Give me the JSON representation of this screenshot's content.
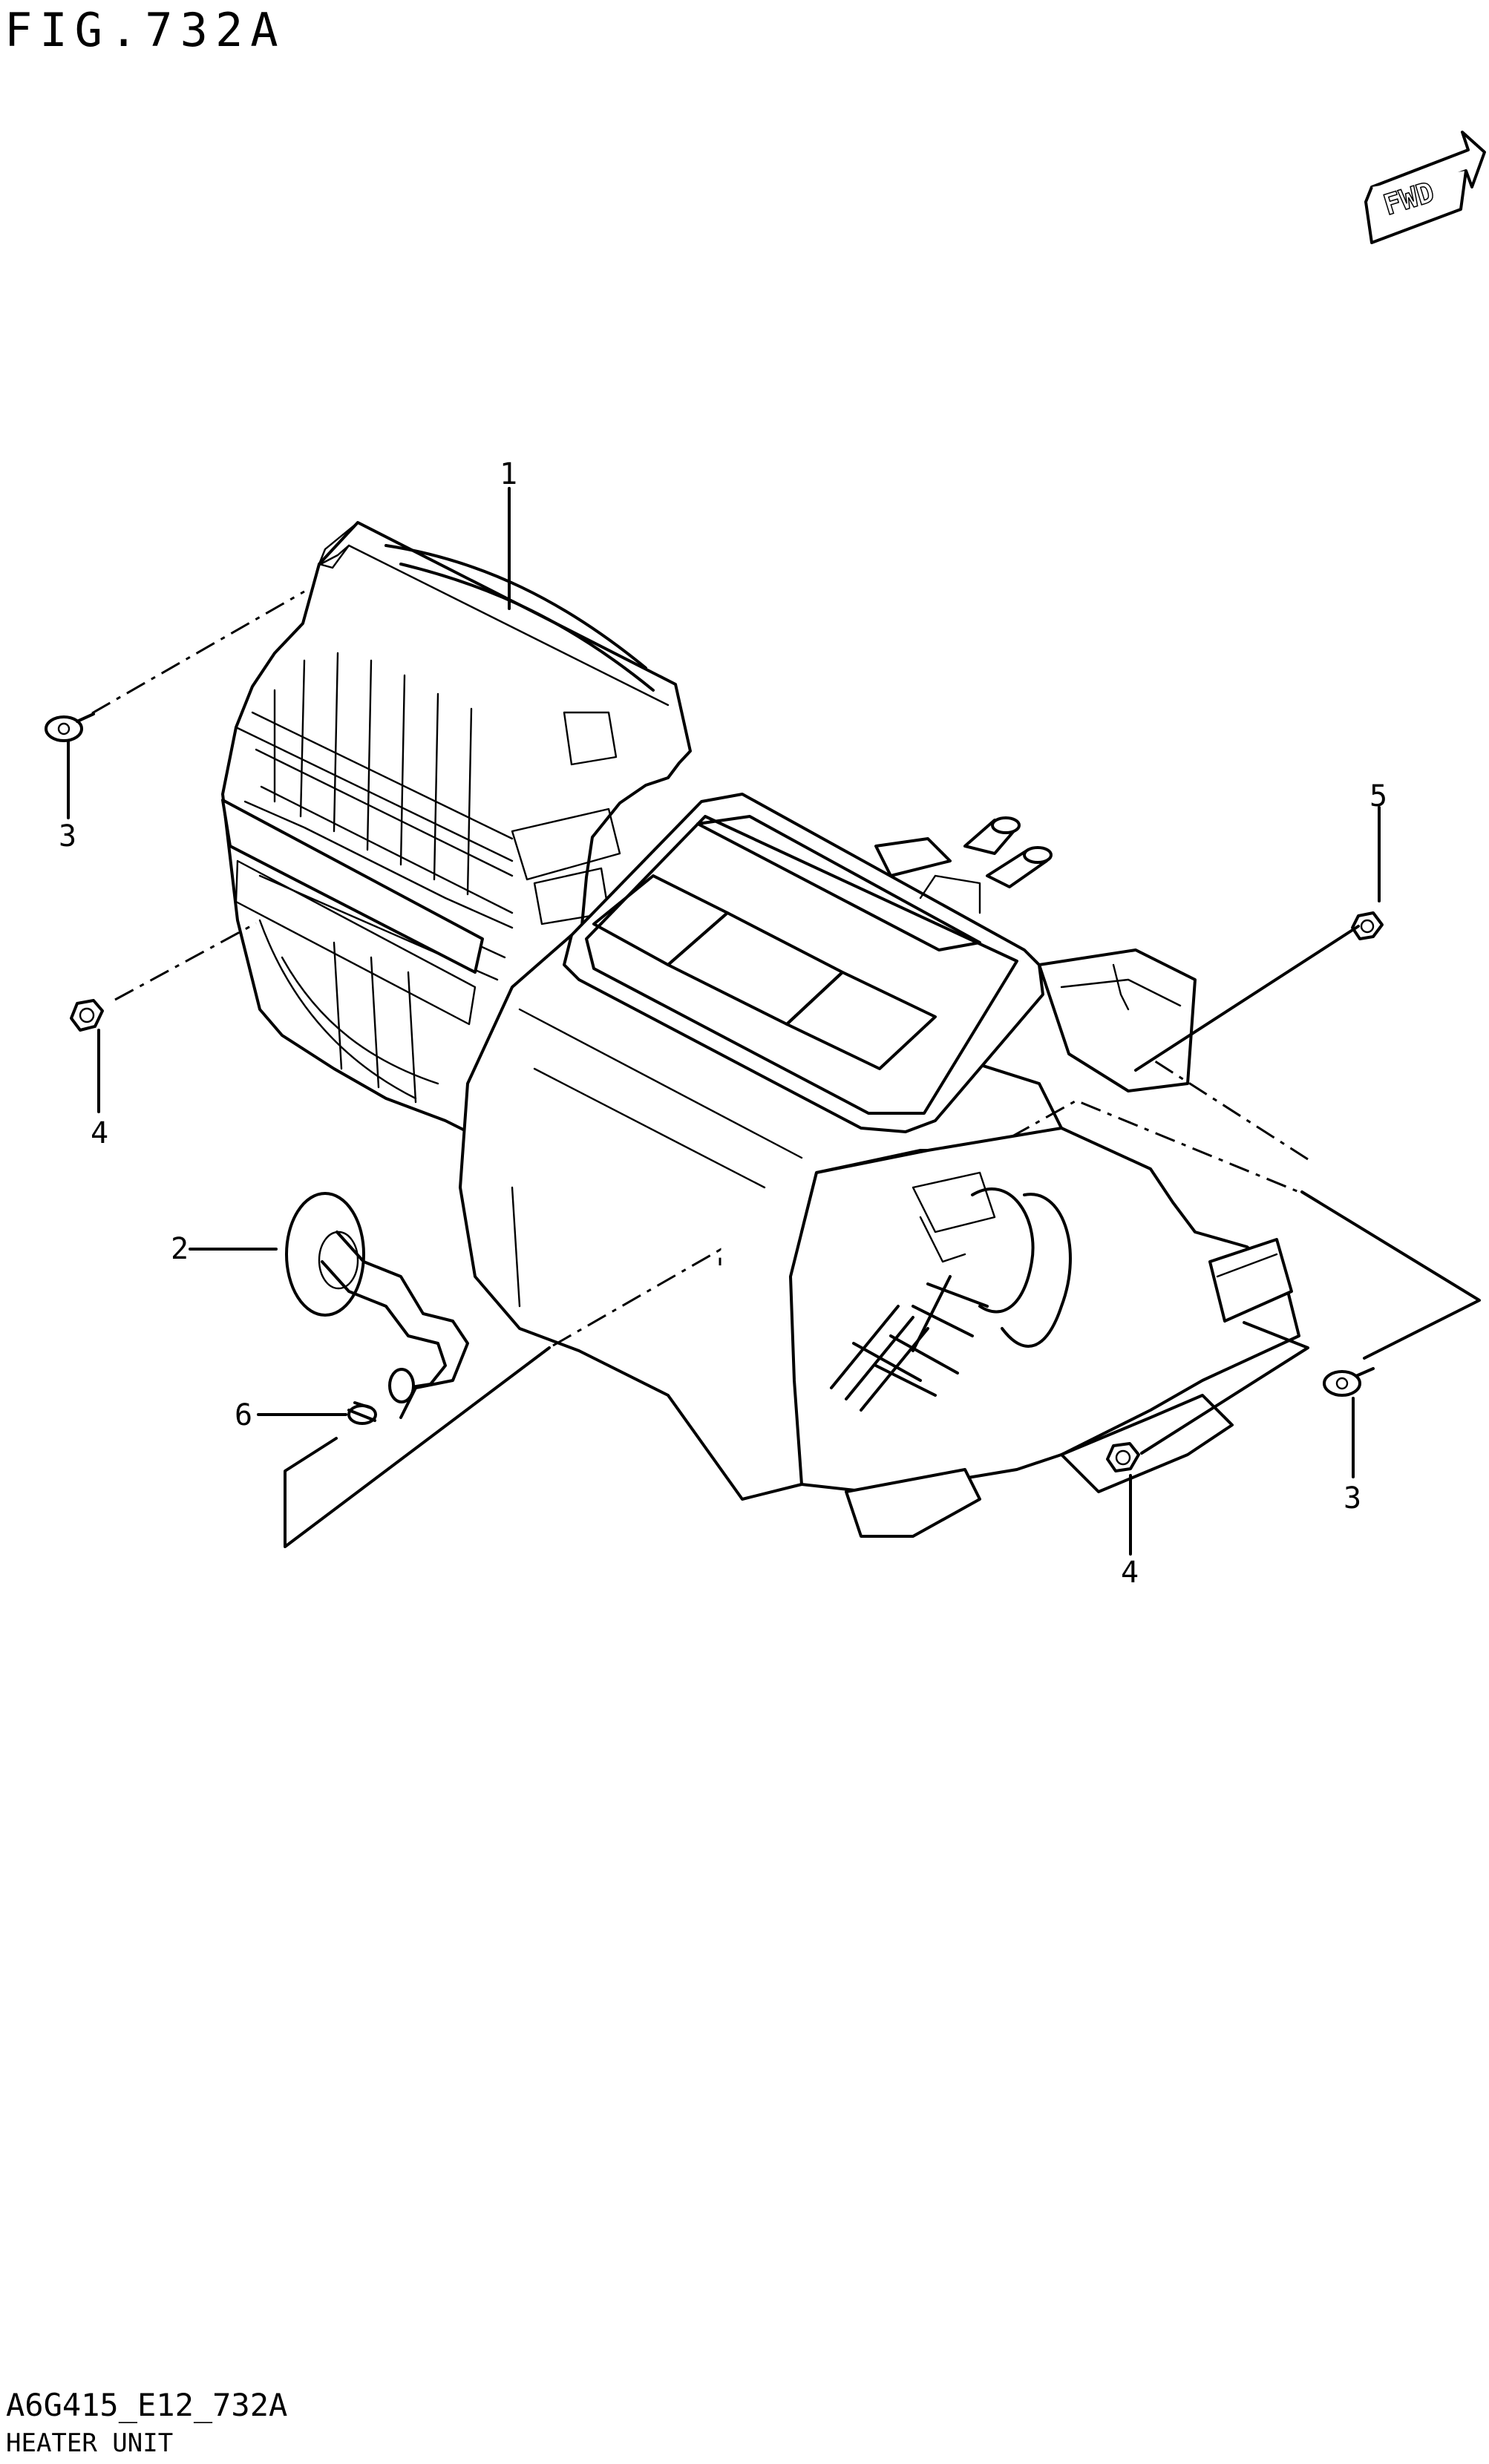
{
  "figure": {
    "title": "FIG.732A"
  },
  "fwd_badge": {
    "label": "FWD"
  },
  "callouts": {
    "part_1": "1",
    "part_2": "2",
    "part_3_left": "3",
    "part_3_right": "3",
    "part_4_left": "4",
    "part_4_right": "4",
    "part_5": "5",
    "part_6": "6"
  },
  "footer": {
    "drawing_code": "A6G415_E12_732A",
    "section_name": "HEATER UNIT"
  },
  "icons": {
    "fwd": "forward-direction-arrow-icon",
    "screw": "screw-icon",
    "nut": "nut-icon",
    "clamp": "hose-clamp-icon"
  }
}
